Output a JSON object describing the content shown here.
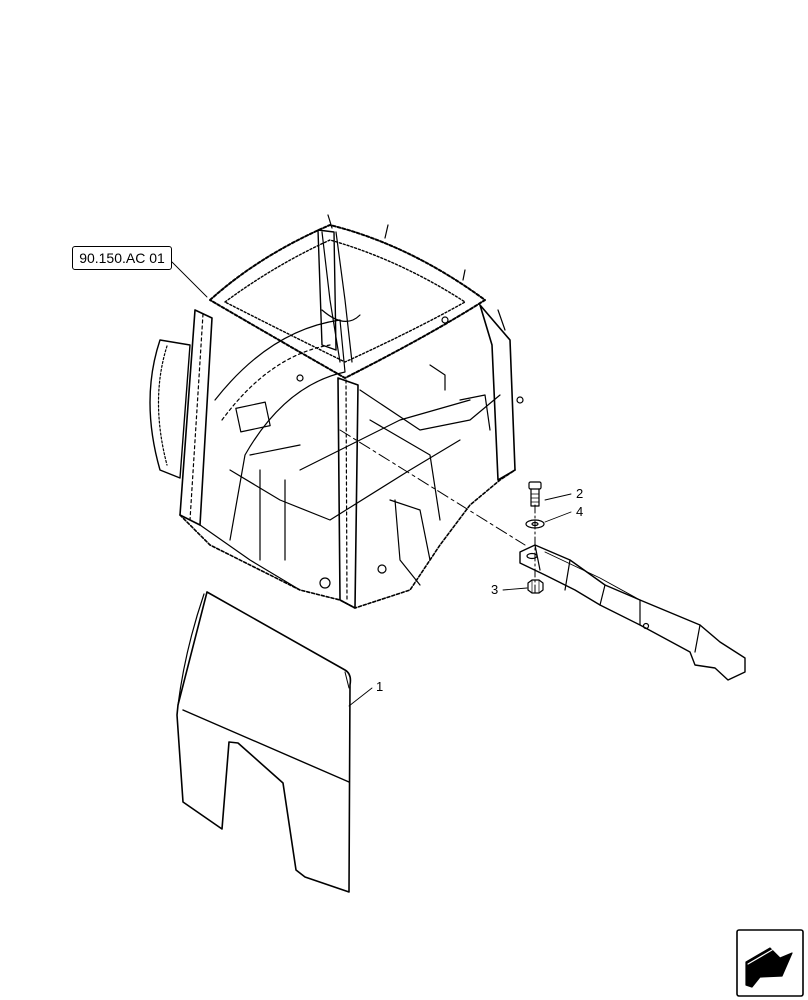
{
  "reference": {
    "label": "90.150.AC 01"
  },
  "callouts": [
    {
      "id": "1",
      "label": "1"
    },
    {
      "id": "2",
      "label": "2"
    },
    {
      "id": "3",
      "label": "3"
    },
    {
      "id": "4",
      "label": "4"
    }
  ],
  "icons": {
    "navigation": "next-page-arrow-icon"
  }
}
